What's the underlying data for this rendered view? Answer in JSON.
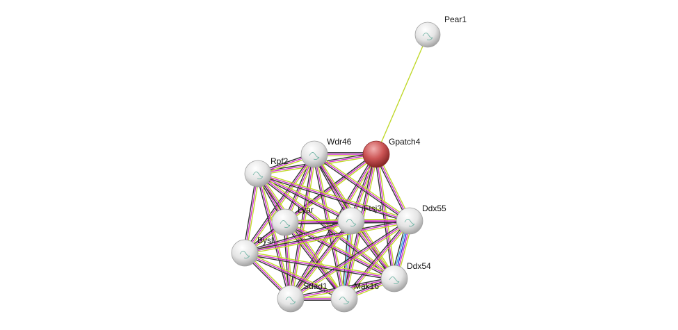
{
  "colors": {
    "textmining": "#c0d82a",
    "coexpression": "#333333",
    "experiments": "#d030d0",
    "databases": "#3ab5e0",
    "cooccurrence": "#2a2ad8",
    "query_node": "#c84a4a",
    "node": "#e6e6e6"
  },
  "nodes": [
    {
      "id": "Pear1",
      "label": "Pear1",
      "query": false
    },
    {
      "id": "Gpatch4",
      "label": "Gpatch4",
      "query": true
    },
    {
      "id": "Wdr46",
      "label": "Wdr46",
      "query": false
    },
    {
      "id": "Rpf2",
      "label": "Rpf2",
      "query": false
    },
    {
      "id": "Lyar",
      "label": "Lyar",
      "query": false
    },
    {
      "id": "Ftsj3",
      "label": "Ftsj3",
      "query": false
    },
    {
      "id": "Ddx55",
      "label": "Ddx55",
      "query": false
    },
    {
      "id": "Bysl",
      "label": "Bysl",
      "query": false
    },
    {
      "id": "Ddx54",
      "label": "Ddx54",
      "query": false
    },
    {
      "id": "Sdad1",
      "label": "Sdad1",
      "query": false
    },
    {
      "id": "Mak16",
      "label": "Mak16",
      "query": false
    }
  ],
  "edges": [
    {
      "a": "Pear1",
      "b": "Gpatch4",
      "evidence": [
        "textmining"
      ]
    },
    {
      "a": "Ddx55",
      "b": "Ddx54",
      "evidence": [
        "textmining",
        "experiments",
        "cooccurrence",
        "databases",
        "coexpression"
      ]
    },
    {
      "a": "Ftsj3",
      "b": "Mak16",
      "evidence": [
        "textmining",
        "experiments",
        "databases",
        "coexpression"
      ]
    }
  ],
  "default_cluster_evidence": [
    "textmining",
    "experiments",
    "coexpression"
  ]
}
